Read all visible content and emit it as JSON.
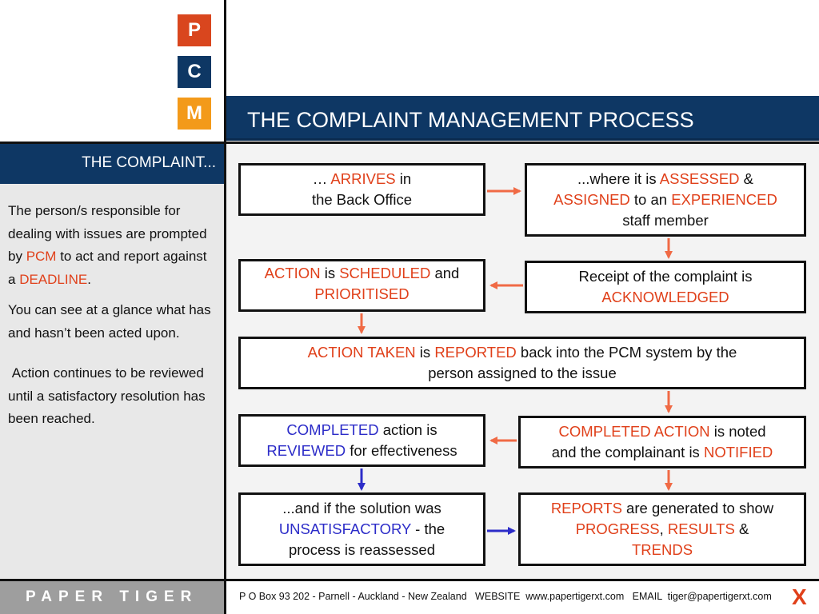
{
  "logo": {
    "p": "P",
    "c": "C",
    "m": "M"
  },
  "header": {
    "title": "THE COMPLAINT MANAGEMENT PROCESS"
  },
  "sidebar": {
    "heading": "THE COMPLAINT...",
    "p1": {
      "a": "The person/s responsible for dealing with issues are prompted by ",
      "b": "PCM",
      "c": " to act and report against a ",
      "d": "DEADLINE",
      "e": "."
    },
    "p2": "You can see at a glance what has and hasn’t been acted upon.",
    "p3": " Action continues to be reviewed until a satisfactory resolution has been reached."
  },
  "boxes": {
    "arrives": {
      "a": "… ",
      "b": "ARRIVES",
      "c": " in",
      "d": "the Back Office"
    },
    "assessed": {
      "a": "...where it is ",
      "b": "ASSESSED",
      "c": " &",
      "d": "ASSIGNED",
      "e": " to an ",
      "f": "EXPERIENCED",
      "g": "staff member"
    },
    "acknowledged": {
      "a": "Receipt of the complaint is",
      "b": "ACKNOWLEDGED"
    },
    "scheduled": {
      "a": "ACTION",
      "b": " is ",
      "c": "SCHEDULED",
      "d": " and",
      "e": "PRIORITISED"
    },
    "reported": {
      "a": "ACTION TAKEN",
      "b": " is ",
      "c": "REPORTED",
      "d": " back into the PCM system by the",
      "e": "person assigned to the issue"
    },
    "notified": {
      "a": "COMPLETED ACTION",
      "b": " is noted",
      "c": "and the complainant is ",
      "d": "NOTIFIED"
    },
    "reviewed": {
      "a": "COMPLETED",
      "b": " action is",
      "c": "REVIEWED",
      "d": " for effectiveness"
    },
    "reports": {
      "a": "REPORTS",
      "b": " are generated to show",
      "c": "PROGRESS",
      "d": ", ",
      "e": "RESULTS",
      "f": " &",
      "g": "TRENDS"
    },
    "reassessed": {
      "a": "...and if the solution was",
      "b": "UNSATISFACTORY",
      "c": " - the",
      "d": "process is reassessed"
    }
  },
  "footer": {
    "brand": "PAPER TIGER",
    "contact": "P O Box 93 202 - Parnell - Auckland - New Zealand   WEBSITE  www.papertigerxt.com   EMAIL  tiger@papertigerxt.com",
    "mark": "X"
  },
  "colors": {
    "navy": "#0e3764",
    "orange": "#e0401a",
    "arrow_orange": "#f06a45",
    "arrow_blue": "#2c2cc8",
    "sidebar_bg": "#e8e8e8",
    "footer_gray": "#9e9e9e"
  }
}
